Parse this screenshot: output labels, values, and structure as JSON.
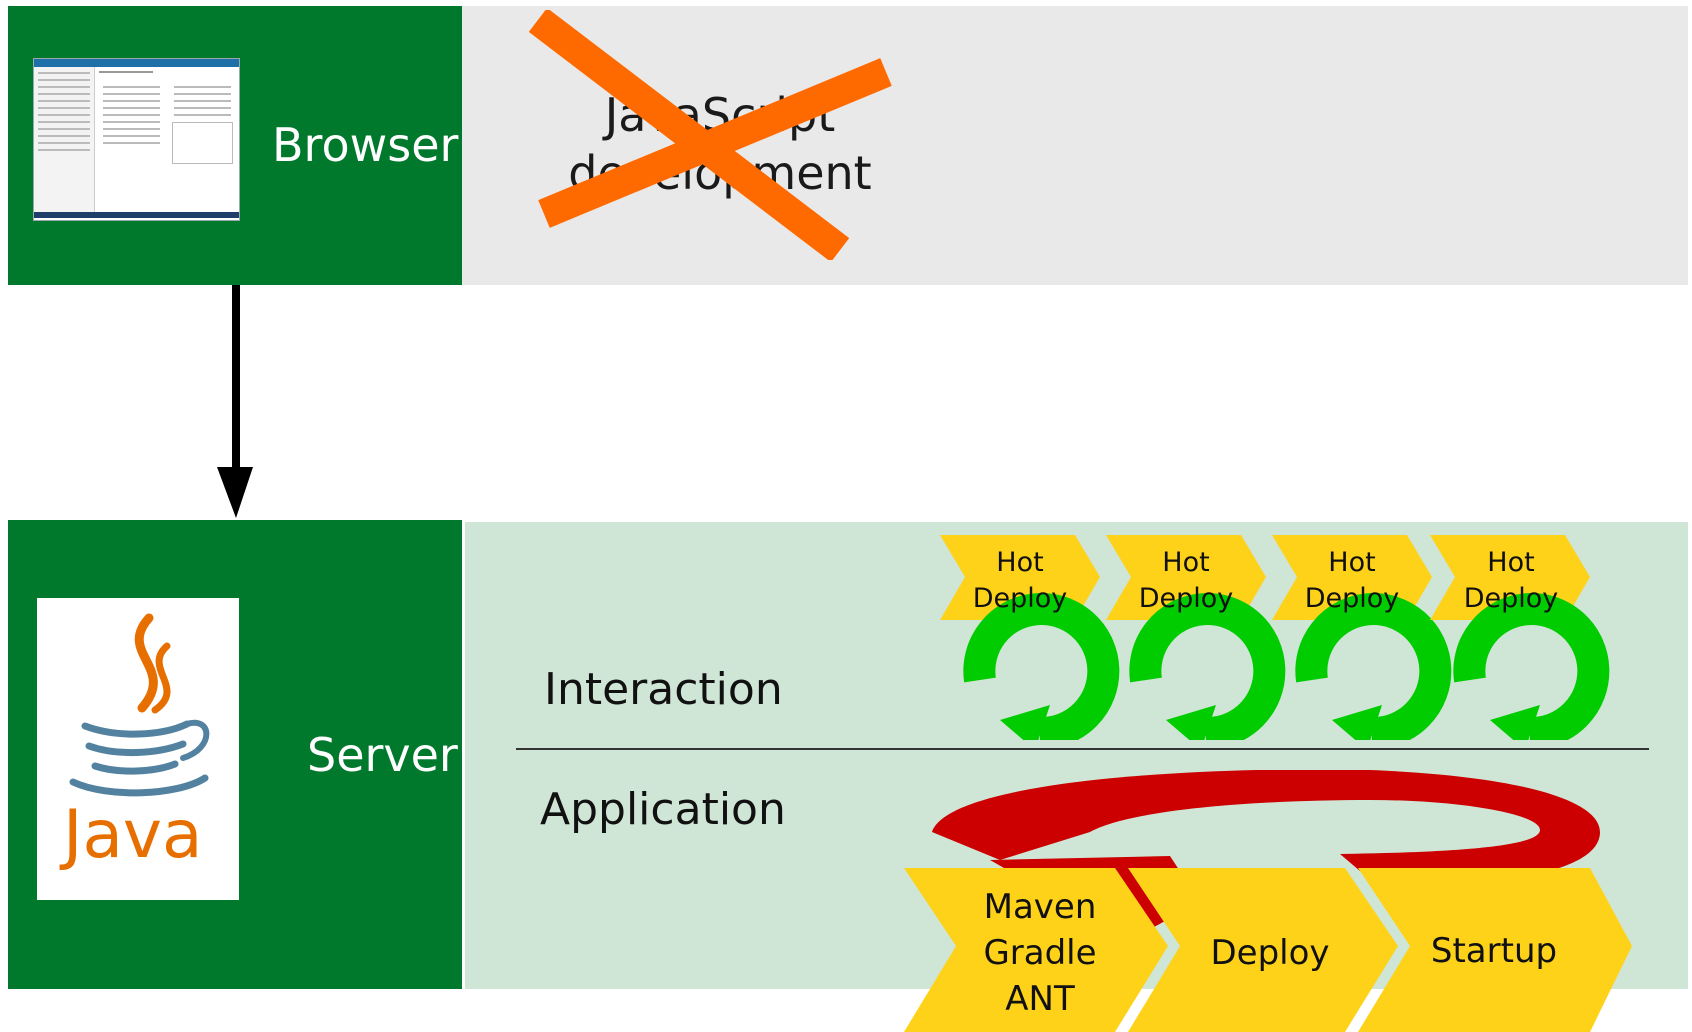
{
  "browser": {
    "label": "Browser"
  },
  "javascript": {
    "text_line1": "JavaScript",
    "text_line2": "development",
    "crossed_out": true
  },
  "server": {
    "label": "Server",
    "logo_text": "Java"
  },
  "layers": {
    "interaction": "Interaction",
    "application": "Application"
  },
  "hot_deploy": [
    {
      "line1": "Hot",
      "line2": "Deploy"
    },
    {
      "line1": "Hot",
      "line2": "Deploy"
    },
    {
      "line1": "Hot",
      "line2": "Deploy"
    },
    {
      "line1": "Hot",
      "line2": "Deploy"
    }
  ],
  "pipeline": [
    {
      "lines": [
        "Maven",
        "Gradle",
        "ANT"
      ]
    },
    {
      "lines": [
        "Deploy"
      ]
    },
    {
      "lines": [
        "Startup"
      ]
    }
  ],
  "colors": {
    "dark_green": "#00792c",
    "grey_panel": "#e9e9e9",
    "mint_panel": "#cfe5d5",
    "cross": "#ff6a00",
    "cycle_green": "#00cc00",
    "cycle_red": "#cc0000",
    "chevron_yellow": "#ffd21a",
    "java_orange": "#e76f00",
    "java_blue": "#5382a1"
  }
}
